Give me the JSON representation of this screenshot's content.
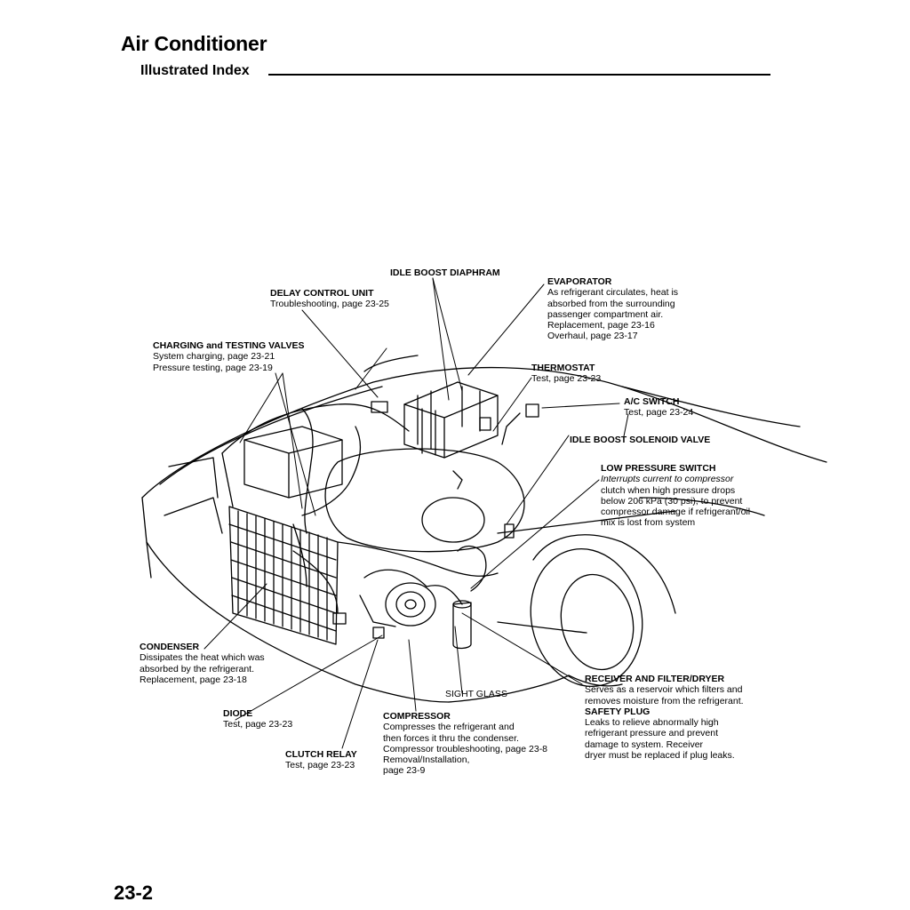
{
  "header": {
    "title": "Air Conditioner",
    "subtitle": "Illustrated Index"
  },
  "footer": {
    "page_number": "23-2"
  },
  "callouts": {
    "idle_boost_diaphragm": {
      "title": "IDLE BOOST DIAPHRAM"
    },
    "evaporator": {
      "title": "EVAPORATOR",
      "lines": [
        "As refrigerant circulates, heat is",
        "absorbed from the surrounding",
        "passenger compartment air.",
        "Replacement, page 23-16",
        "Overhaul, page 23-17"
      ]
    },
    "delay_control_unit": {
      "title": "DELAY CONTROL UNIT",
      "lines": [
        "Troubleshooting, page 23-25"
      ]
    },
    "charging_testing_valves": {
      "title": "CHARGING and TESTING VALVES",
      "lines": [
        "System charging, page 23-21",
        "Pressure testing, page 23-19"
      ]
    },
    "thermostat": {
      "title": "THERMOSTAT",
      "lines": [
        "Test, page 23-23"
      ]
    },
    "ac_switch": {
      "title": "A/C SWITCH",
      "lines": [
        "Test, page 23-24"
      ]
    },
    "idle_boost_solenoid": {
      "title": "IDLE BOOST SOLENOID VALVE"
    },
    "low_pressure_switch": {
      "title": "LOW PRESSURE SWITCH",
      "italic_lines": [
        "Interrupts current to compressor"
      ],
      "lines": [
        "clutch when high pressure drops",
        "below 206 kPa (30 psi), to prevent",
        "compressor damage if refrigerant/oil",
        "mix is lost from system"
      ]
    },
    "condenser": {
      "title": "CONDENSER",
      "lines": [
        "Dissipates the heat which was",
        "absorbed by the refrigerant.",
        "Replacement, page 23-18"
      ]
    },
    "sight_glass": {
      "title": "SIGHT GLASS"
    },
    "receiver_dryer": {
      "title": "RECEIVER AND FILTER/DRYER",
      "lines": [
        "Serves as a reservoir which filters and",
        "removes moisture from the refrigerant."
      ]
    },
    "safety_plug": {
      "title": "SAFETY PLUG",
      "lines": [
        "Leaks to relieve abnormally high",
        "refrigerant pressure and prevent",
        "damage to system. Receiver",
        "dryer must be replaced if plug leaks."
      ]
    },
    "diode": {
      "title": "DIODE",
      "lines": [
        "Test, page 23-23"
      ]
    },
    "compressor": {
      "title": "COMPRESSOR",
      "lines": [
        "Compresses the refrigerant and",
        "then forces it thru the condenser.",
        "Compressor troubleshooting, page 23-8",
        "Removal/Installation,",
        "page 23-9"
      ]
    },
    "clutch_relay": {
      "title": "CLUTCH RELAY",
      "lines": [
        "Test, page 23-23"
      ]
    }
  }
}
